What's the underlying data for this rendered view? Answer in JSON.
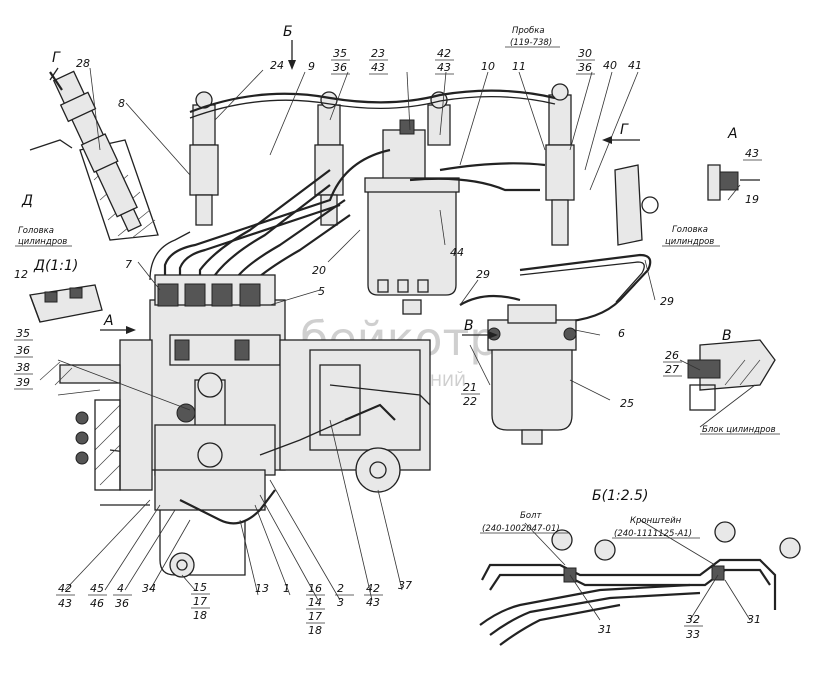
{
  "watermark": {
    "brand": "бейкотро",
    "subtitle": "ГРУППА КОМПАНИЙ"
  },
  "views": {
    "B_arrow": "Б",
    "G_top": "Г",
    "G_right": "Г",
    "A_left": "А",
    "V_arrow": "В",
    "A_detail": "А",
    "V_detail": "В",
    "D_label": "Д",
    "D_detail": "Д(1:1)",
    "B_detail": "Б(1:2.5)"
  },
  "notes": {
    "plug_label": "Пробка",
    "plug_number": "(119-738)",
    "head1_line1": "Головка",
    "head1_line2": "цилиндров",
    "head2_line1": "Головка",
    "head2_line2": "цилиндров",
    "block": "Блок цилиндров",
    "bolt_label": "Болт",
    "bolt_number": "(240-1002047-01)",
    "bracket_label": "Кронштейн",
    "bracket_number": "(240-1111125-А1)"
  },
  "callouts": {
    "n28": "28",
    "n24": "24",
    "n9": "9",
    "n35a": "35",
    "n36a": "36",
    "n23": "23",
    "n43a": "43",
    "n42a": "42",
    "n43b": "43",
    "n10": "10",
    "n11": "11",
    "n30": "30",
    "n36b": "36",
    "n40": "40",
    "n41": "41",
    "n8": "8",
    "n7": "7",
    "n12": "12",
    "n20": "20",
    "n44": "44",
    "n5": "5",
    "n29a": "29",
    "n29b": "29",
    "n6": "6",
    "n21": "21",
    "n22": "22",
    "n25": "25",
    "n35b": "35",
    "n36c": "36",
    "n38": "38",
    "n39": "39",
    "n43c": "43",
    "n19": "19",
    "n26": "26",
    "n27": "27",
    "n42b": "42",
    "n43d": "43",
    "n45": "45",
    "n46": "46",
    "n4": "4",
    "n36d": "36",
    "n34": "34",
    "n15": "15",
    "n17a": "17",
    "n18a": "18",
    "n13": "13",
    "n1": "1",
    "n16": "16",
    "n14": "14",
    "n17b": "17",
    "n18b": "18",
    "n2": "2",
    "n3": "3",
    "n42c": "42",
    "n43e": "43",
    "n37": "37",
    "n31a": "31",
    "n32": "32",
    "n33": "33",
    "n31b": "31"
  }
}
